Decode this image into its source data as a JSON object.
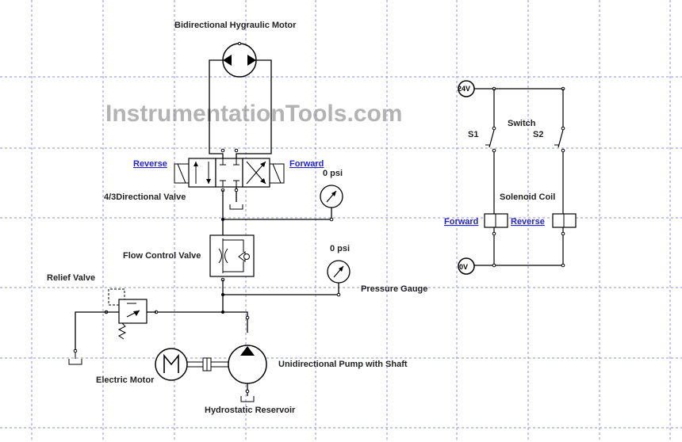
{
  "watermark": "InstrumentationTools.com",
  "labels": {
    "motor": "Bidirectional Hygraulic Motor",
    "dcv": "4/3Directional Valve",
    "flow_control": "Flow Control Valve",
    "relief": "Relief Valve",
    "pressure_gauge": "Pressure Gauge",
    "pump": "Unidirectional Pump with Shaft",
    "electric_motor": "Electric Motor",
    "reservoir": "Hydrostatic Reservoir",
    "switch": "Switch",
    "s1": "S1",
    "s2": "S2",
    "solenoid_coil": "Solenoid Coil",
    "supply": "24V",
    "ground": "0V"
  },
  "gauges": {
    "upper_reading": "0 psi",
    "lower_reading": "0 psi"
  },
  "links": {
    "dcv_reverse": "Reverse",
    "dcv_forward": "Forward",
    "coil_forward": "Forward",
    "coil_reverse": "Reverse"
  },
  "colors": {
    "grid": "#8c8ce0",
    "link": "#2222dd",
    "watermark": "#9a9a9a"
  }
}
